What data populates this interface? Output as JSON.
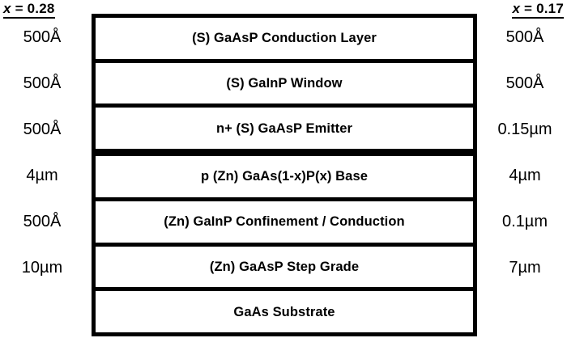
{
  "headers": {
    "left": {
      "variable": "x",
      "equals": " = ",
      "value": "0.28",
      "full": "x = 0.28"
    },
    "right": {
      "variable": "x",
      "equals": " = ",
      "value": "0.17",
      "full": "x = 0.17"
    }
  },
  "colors": {
    "background": "#ffffff",
    "line": "#000000",
    "text": "#000000"
  },
  "stack": {
    "layers": [
      {
        "label": "(S) GaAsP Conduction Layer",
        "thickness_left": "500Å",
        "thickness_right": "500Å",
        "junction_below": false
      },
      {
        "label": "(S) GaInP Window",
        "thickness_left": "500Å",
        "thickness_right": "500Å",
        "junction_below": false
      },
      {
        "label": "n+ (S) GaAsP Emitter",
        "thickness_left": "500Å",
        "thickness_right": "0.15µm",
        "junction_below": true
      },
      {
        "label": "p (Zn) GaAs(1-x)P(x) Base",
        "thickness_left": "4µm",
        "thickness_right": "4µm",
        "junction_below": false
      },
      {
        "label": "(Zn) GaInP Confinement / Conduction",
        "thickness_left": "500Å",
        "thickness_right": "0.1µm",
        "junction_below": false
      },
      {
        "label": "(Zn) GaAsP Step Grade",
        "thickness_left": "10µm",
        "thickness_right": "7µm",
        "junction_below": false
      },
      {
        "label": "GaAs Substrate",
        "thickness_left": "",
        "thickness_right": "",
        "junction_below": false
      }
    ]
  }
}
